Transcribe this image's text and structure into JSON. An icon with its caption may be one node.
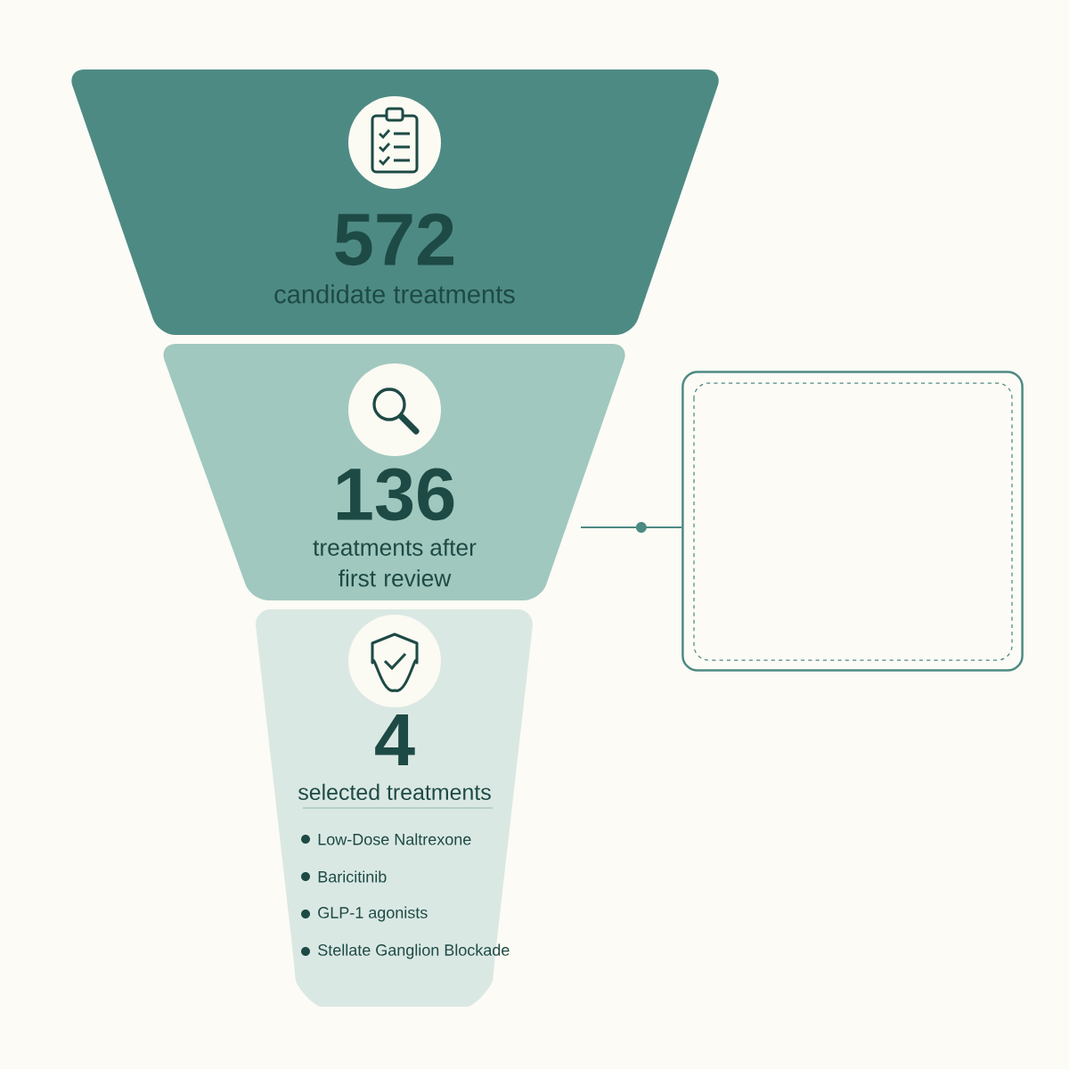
{
  "diagram": {
    "nodes": [
      {
        "text": [
          "572",
          "candidate treatments"
        ]
      },
      {
        "text": [
          "136",
          "treatments after first review"
        ]
      },
      {
        "text": [
          "4",
          "selected treatments",
          "Low-Dose Naltrexone",
          "Baricitinib",
          "GLP-1 agonists",
          "Stellate Ganglion Blockade"
        ]
      },
      {
        "text": [],
        "shape": "box"
      }
    ],
    "edges": [
      {
        "from": 1,
        "to": 3,
        "arrow": "none"
      }
    ]
  }
}
